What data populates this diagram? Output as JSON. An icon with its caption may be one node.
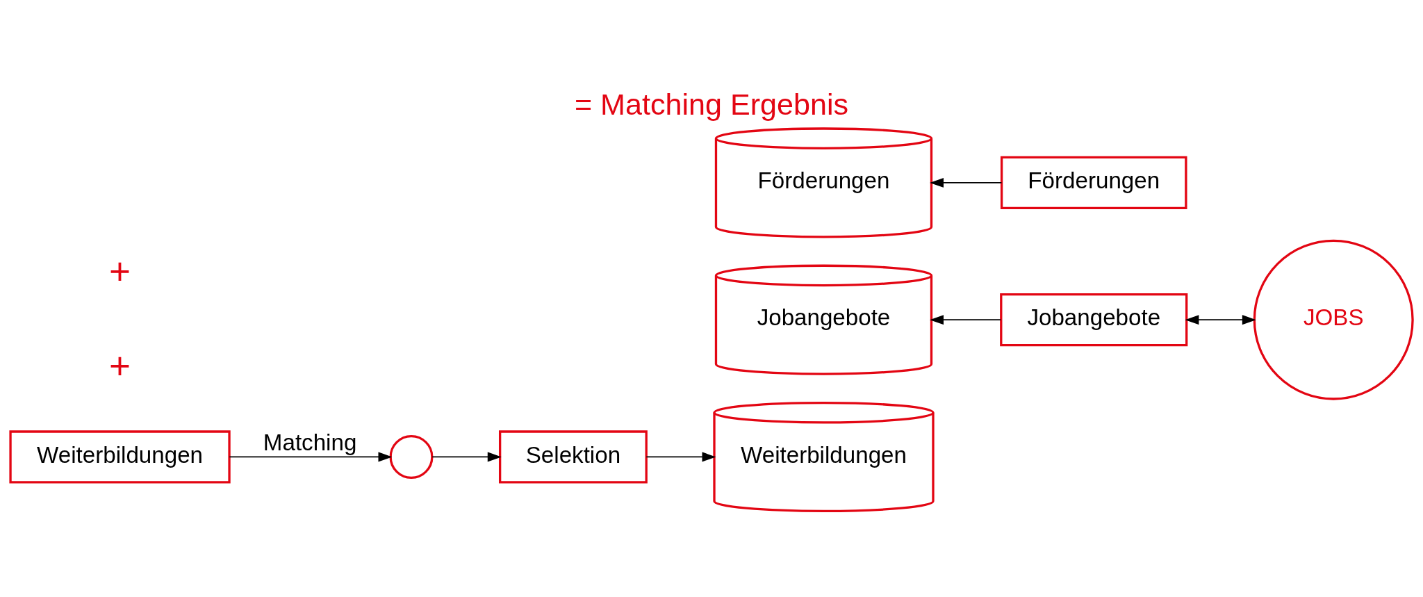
{
  "diagram": {
    "title": "= Matching Ergebnis",
    "nodes": [
      {
        "text": [
          "Weiterbildungen"
        ]
      },
      {
        "text": [],
        "shape": "circle"
      },
      {
        "text": [
          "Selektion"
        ]
      },
      {
        "text": [
          "Jobangebote"
        ]
      },
      {
        "text": [
          "Förderungen"
        ]
      },
      {
        "text": [
          "Weiterbildungen"
        ]
      },
      {
        "text": [
          "Jobangebote"
        ]
      },
      {
        "text": [
          "JOBS"
        ]
      },
      {
        "text": [
          "Förderungen"
        ]
      }
    ],
    "edges": [
      {
        "from": 0,
        "to": 1,
        "arrow": "to",
        "label": "Matching"
      },
      {
        "from": 1,
        "to": 2,
        "arrow": "to"
      },
      {
        "from": 2,
        "to": 5,
        "arrow": "to"
      },
      {
        "from": 6,
        "to": 3,
        "arrow": "to"
      },
      {
        "from": 6,
        "to": 7,
        "arrow": "both"
      },
      {
        "from": 8,
        "to": 4,
        "arrow": "to"
      }
    ],
    "labels": [
      "+",
      "+"
    ]
  }
}
